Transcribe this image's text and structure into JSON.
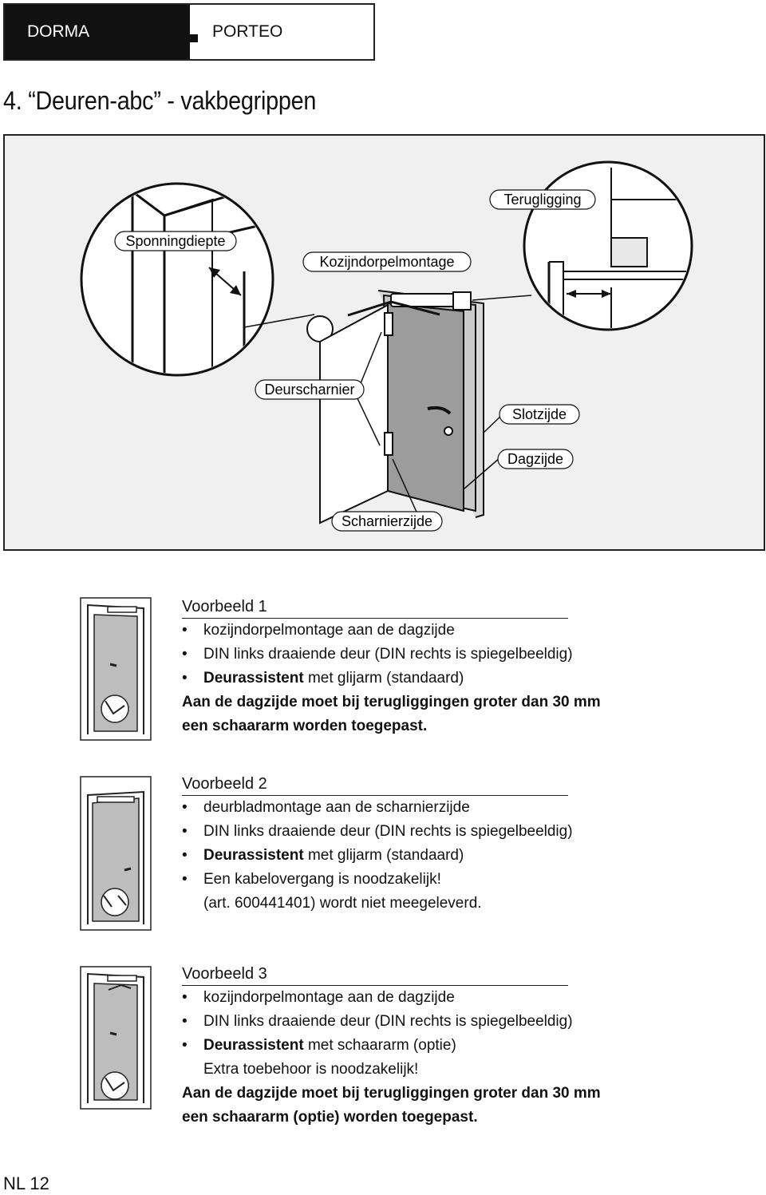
{
  "header": {
    "brand": "DORMA",
    "product": "PORTEO"
  },
  "page_title": "4. “Deuren-abc” - vakbegrippen",
  "figure": {
    "labels": {
      "sponningdiepte": "Sponningdiepte",
      "kozijndorpelmontage": "Kozijndorpelmontage",
      "terugligging": "Terugligging",
      "deurscharnier": "Deurscharnier",
      "slotzijde": "Slotzijde",
      "dagzijde": "Dagzijde",
      "scharnierzijde": "Scharnierzijde"
    }
  },
  "examples": [
    {
      "heading": "Voorbeeld 1",
      "bullets": [
        {
          "bold": "",
          "text": "kozijndorpelmontage aan de dagzijde"
        },
        {
          "bold": "",
          "text": "DIN links draaiende deur (DIN rechts is spiegelbeeldig)"
        },
        {
          "bold": "Deurassistent",
          "text": " met glijarm (standaard)"
        }
      ],
      "note": [
        "Aan de dagzijde moet bij terugliggingen groter dan 30 mm",
        "een schaararm worden toegepast."
      ]
    },
    {
      "heading": "Voorbeeld 2",
      "bullets": [
        {
          "bold": "",
          "text": "deurbladmontage aan de scharnierzijde"
        },
        {
          "bold": "",
          "text": "DIN links draaiende deur (DIN rechts is spiegelbeeldig)"
        },
        {
          "bold": "Deurassistent",
          "text": " met glijarm (standaard)"
        },
        {
          "bold": "",
          "text": "Een kabelovergang is noodzakelijk!"
        }
      ],
      "extra": "(art. 600441401) wordt niet meegeleverd."
    },
    {
      "heading": "Voorbeeld 3",
      "bullets": [
        {
          "bold": "",
          "text": "kozijndorpelmontage aan de dagzijde"
        },
        {
          "bold": "",
          "text": "DIN links draaiende deur (DIN rechts is spiegelbeeldig)"
        },
        {
          "bold": "Deurassistent",
          "text": " met schaararm (optie)"
        }
      ],
      "extra": "Extra toebehoor is noodzakelijk!",
      "note": [
        "Aan de dagzijde moet bij terugliggingen groter dan 30 mm",
        "een schaararm (optie) worden toegepast."
      ]
    }
  ],
  "page_number": "NL 12"
}
